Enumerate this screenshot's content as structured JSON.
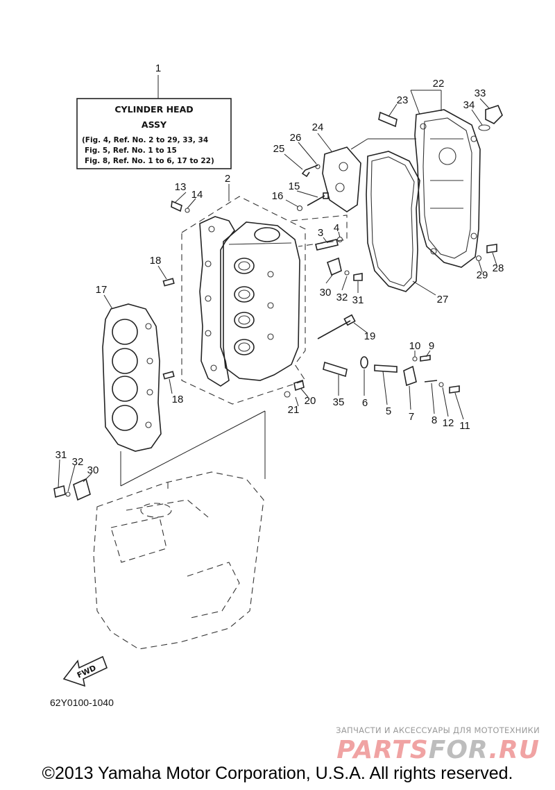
{
  "label_box": {
    "title_line1": "CYLINDER HEAD",
    "title_line2": "ASSY",
    "refs": [
      "(Fig. 4, Ref. No. 2 to 29, 33, 34",
      "Fig. 5, Ref. No. 1 to 15",
      "Fig. 8, Ref. No. 1 to 6, 17 to 22)"
    ]
  },
  "callouts": {
    "c1": "1",
    "c2": "2",
    "c3": "3",
    "c4": "4",
    "c5": "5",
    "c6": "6",
    "c7": "7",
    "c8": "8",
    "c9": "9",
    "c10": "10",
    "c11": "11",
    "c12": "12",
    "c13": "13",
    "c14": "14",
    "c15": "15",
    "c16": "16",
    "c17": "17",
    "c18a": "18",
    "c18b": "18",
    "c19": "19",
    "c20": "20",
    "c21": "21",
    "c22": "22",
    "c23": "23",
    "c24": "24",
    "c25": "25",
    "c26": "26",
    "c27": "27",
    "c28": "28",
    "c29": "29",
    "c30a": "30",
    "c30b": "30",
    "c31a": "31",
    "c31b": "31",
    "c32a": "32",
    "c32b": "32",
    "c33": "33",
    "c34": "34",
    "c35": "35"
  },
  "fwd_label": "FWD",
  "diagram_code": "62Y0100-1040",
  "watermark": {
    "tagline": "ЗАПЧАСТИ И АКСЕССУАРЫ ДЛЯ МОТОТЕХНИКИ",
    "brand_part1": "PARTS",
    "brand_part2": "FOR",
    "brand_part3": ".RU",
    "accent_color": "#f0a3a3",
    "gray_color": "#bdbdbd"
  },
  "footer": {
    "copyright": "©2013 Yamaha Motor Corporation, U.S.A. All rights reserved."
  }
}
